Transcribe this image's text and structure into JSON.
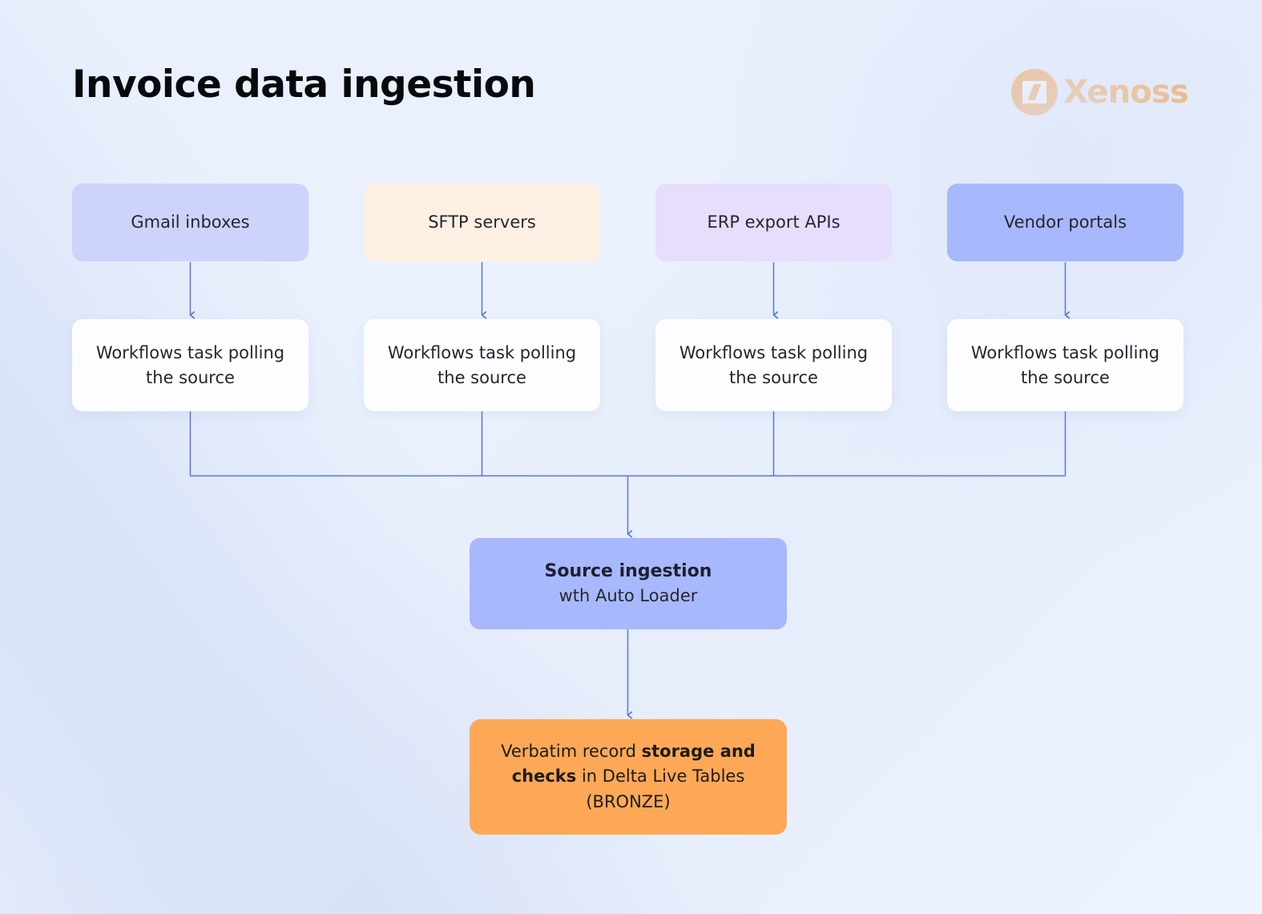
{
  "header": {
    "title": "Invoice data ingestion",
    "brand_name": "Xenoss",
    "brand_mark_icon": "xenoss-circle-x-icon",
    "brand_color": "#fb8c16"
  },
  "diagram": {
    "background_color": "#eef3fd",
    "connector_color": "#5b76d4",
    "sources": [
      {
        "id": "gmail",
        "label": "Gmail inboxes",
        "color": "#cdd3fb"
      },
      {
        "id": "sftp",
        "label": "SFTP servers",
        "color": "#fdf0e3"
      },
      {
        "id": "erp",
        "label": "ERP export APIs",
        "color": "#e7ddfd"
      },
      {
        "id": "vendor",
        "label": "Vendor portals",
        "color": "#a8b8fc"
      }
    ],
    "pollers": [
      {
        "id": "poll-1",
        "label": "Workflows task polling the source",
        "color": "#fdfdff"
      },
      {
        "id": "poll-2",
        "label": "Workflows task polling the source",
        "color": "#fdfdff"
      },
      {
        "id": "poll-3",
        "label": "Workflows task polling the source",
        "color": "#fdfdff"
      },
      {
        "id": "poll-4",
        "label": "Workflows task polling the source",
        "color": "#fdfdff"
      }
    ],
    "ingestion": {
      "title": "Source ingestion",
      "subtitle": "wth Auto Loader",
      "color": "#a8b8fc"
    },
    "bronze": {
      "text_part_1": "Verbatim record ",
      "text_bold_1": "storage and checks",
      "text_part_2": " in Delta Live Tables (BRONZE)",
      "color": "#fda857"
    }
  }
}
